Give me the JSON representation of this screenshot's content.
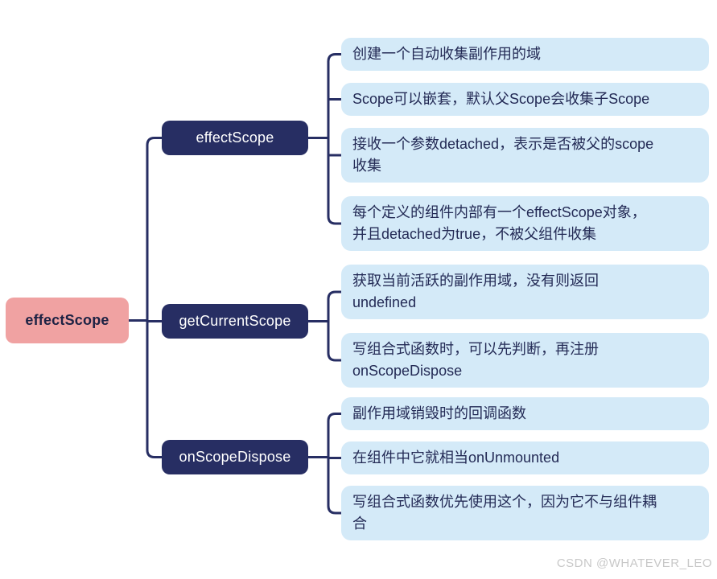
{
  "colors": {
    "root_bg": "#f0a2a2",
    "root_text": "#1d2244",
    "branch_bg": "#272e63",
    "branch_text": "#ffffff",
    "leaf_bg": "#d4eaf8",
    "leaf_text": "#232a55",
    "connector": "#272e63",
    "watermark": "#c8c8c8",
    "canvas_bg": "#ffffff"
  },
  "tree": {
    "root": {
      "label": "effectScope"
    },
    "branches": [
      {
        "label": "effectScope",
        "children": [
          {
            "text": "创建一个自动收集副作用的域"
          },
          {
            "text": "Scope可以嵌套，默认父Scope会收集子Scope"
          },
          {
            "text": "接收一个参数detached，表示是否被父的scope\n收集"
          },
          {
            "text": "每个定义的组件内部有一个effectScope对象，\n并且detached为true，不被父组件收集"
          }
        ]
      },
      {
        "label": "getCurrentScope",
        "children": [
          {
            "text": "获取当前活跃的副作用域，没有则返回\nundefined"
          },
          {
            "text": "写组合式函数时，可以先判断，再注册\nonScopeDispose"
          }
        ]
      },
      {
        "label": "onScopeDispose",
        "children": [
          {
            "text": "副作用域销毁时的回调函数"
          },
          {
            "text": "在组件中它就相当onUnmounted"
          },
          {
            "text": "写组合式函数优先使用这个，因为它不与组件耦\n合"
          }
        ]
      }
    ]
  },
  "watermark": "CSDN @WHATEVER_LEO"
}
